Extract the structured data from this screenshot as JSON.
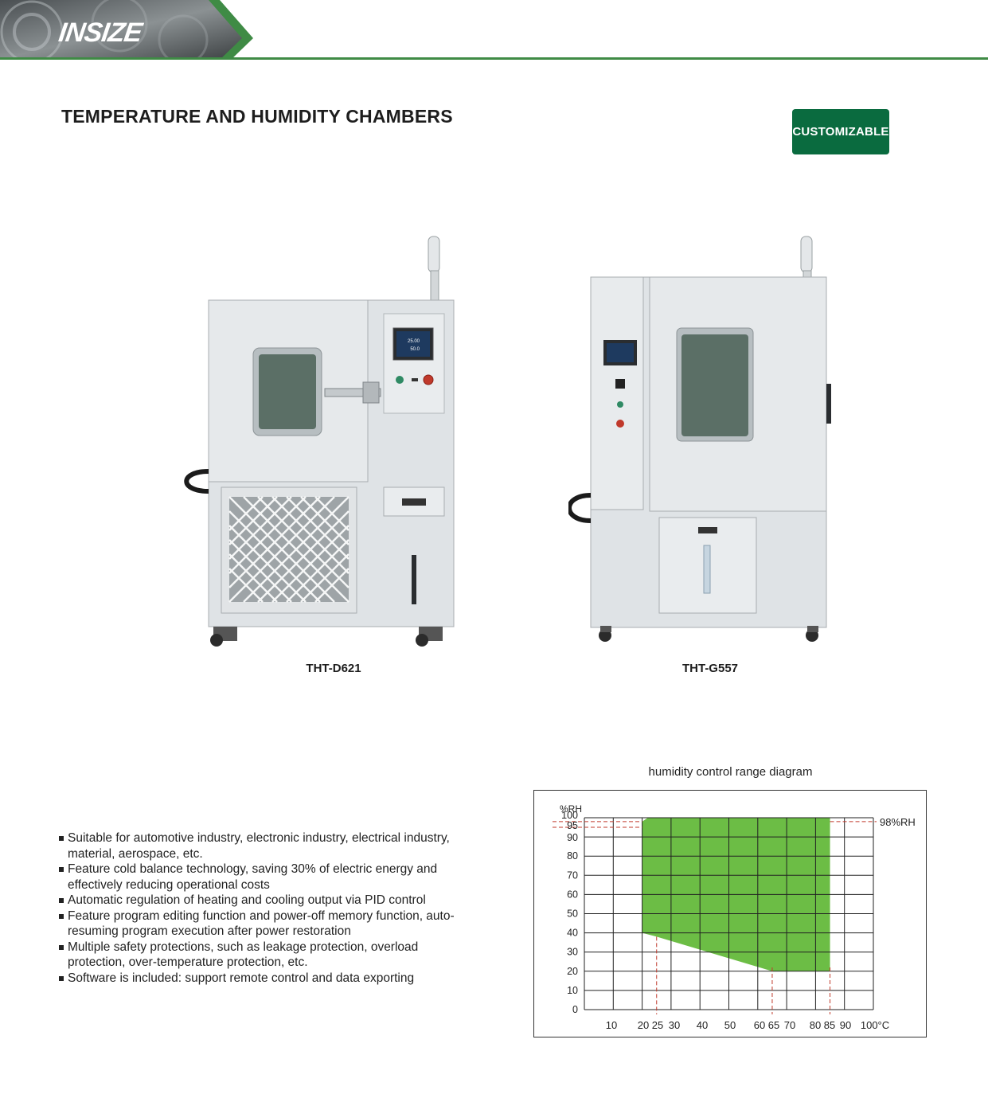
{
  "brand": {
    "logo_text": "INSIZE",
    "accent_color": "#3f8b45",
    "badge_color": "#0a6b3f"
  },
  "title": "TEMPERATURE AND HUMIDITY CHAMBERS",
  "badge": "CUSTOMIZABLE",
  "products": [
    {
      "model": "THT-D621",
      "display_top": "25.00",
      "display_bottom": "50.0"
    },
    {
      "model": "THT-G557"
    }
  ],
  "features": [
    "Suitable for automotive industry, electronic industry, electrical industry, material, aerospace, etc.",
    "Feature cold balance technology, saving 30% of electric energy and effectively reducing operational costs",
    "Automatic regulation of heating and cooling output via PID control",
    "Feature program editing function and power-off memory function, auto-resuming program execution after power restoration",
    "Multiple safety protections, such as leakage protection, overload protection, over-temperature protection, etc.",
    "Software is included: support remote control and data exporting"
  ],
  "chart_data": {
    "type": "area",
    "title": "humidity control range diagram",
    "ylabel": "%RH",
    "xlabel": "",
    "x_unit": "°C",
    "xlim": [
      0,
      100
    ],
    "ylim": [
      0,
      100
    ],
    "x_ticks": [
      "10",
      "20",
      "25",
      "30",
      "40",
      "50",
      "60",
      "65",
      "70",
      "80",
      "85",
      "90",
      "100°C"
    ],
    "x_tick_values": [
      10,
      20,
      25,
      30,
      40,
      50,
      60,
      65,
      70,
      80,
      85,
      90,
      100
    ],
    "y_ticks": [
      "0",
      "10",
      "20",
      "30",
      "40",
      "50",
      "60",
      "70",
      "80",
      "90",
      "95",
      "100"
    ],
    "y_tick_values": [
      0,
      10,
      20,
      30,
      40,
      50,
      60,
      70,
      80,
      90,
      95,
      100
    ],
    "grid": true,
    "region_color": "#6cbd45",
    "region": [
      [
        20,
        40
      ],
      [
        20,
        98
      ],
      [
        22,
        100
      ],
      [
        85,
        100
      ],
      [
        85,
        20
      ],
      [
        65,
        20
      ],
      [
        25,
        38
      ]
    ],
    "reference_lines": [
      {
        "axis": "y",
        "value": 98,
        "label": "98%RH"
      },
      {
        "axis": "y",
        "value": 95
      },
      {
        "axis": "x",
        "value": 25
      },
      {
        "axis": "x",
        "value": 65
      },
      {
        "axis": "x",
        "value": 85
      }
    ]
  }
}
